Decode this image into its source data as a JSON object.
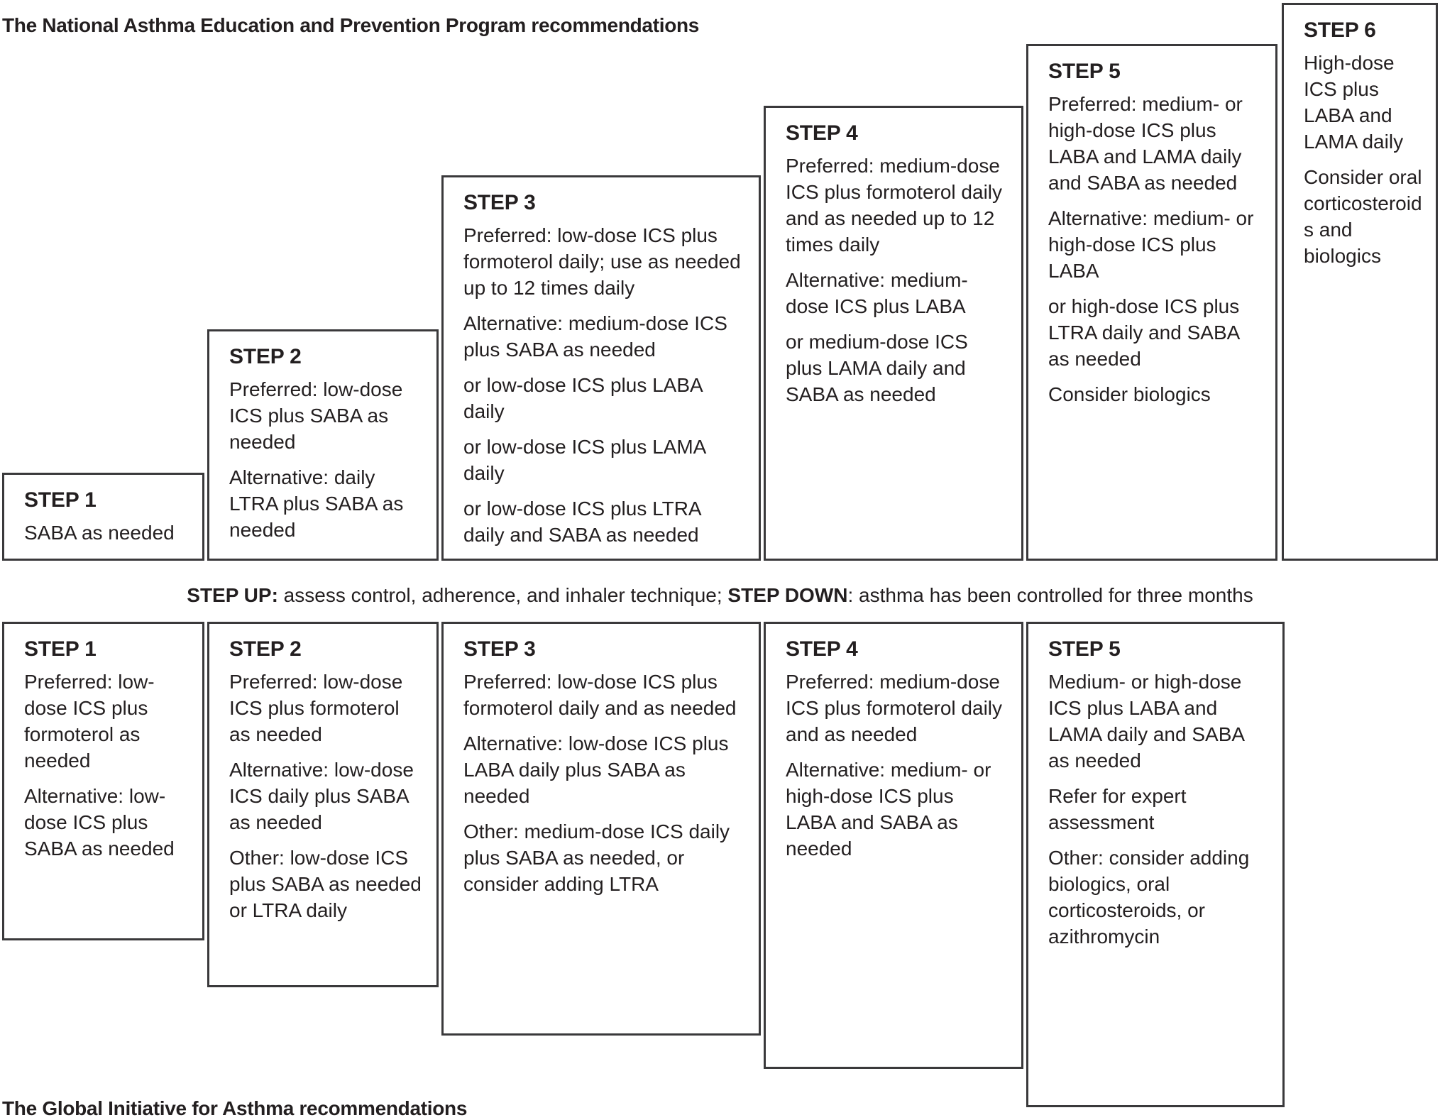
{
  "colors": {
    "background": "#ffffff",
    "text": "#231f20",
    "border": "#3a393b"
  },
  "naepp": {
    "title": "The National Asthma Education and Prevention Program recommendations",
    "steps": [
      {
        "label": "STEP 1",
        "paragraphs": [
          "SABA as needed"
        ]
      },
      {
        "label": "STEP 2",
        "paragraphs": [
          "Preferred: low-dose ICS plus SABA as needed",
          "Alternative: daily LTRA plus SABA as needed"
        ]
      },
      {
        "label": "STEP 3",
        "paragraphs": [
          "Preferred: low-dose ICS plus formoterol daily; use as needed up to 12 times daily",
          "Alternative: medium-dose ICS plus SABA as needed",
          "or low-dose ICS plus LABA daily",
          "or low-dose ICS plus LAMA daily",
          "or low-dose ICS plus LTRA daily and SABA as needed"
        ]
      },
      {
        "label": "STEP 4",
        "paragraphs": [
          "Preferred: medium-dose ICS plus formoterol daily and as needed up to 12 times daily",
          "Alternative: medium-dose ICS plus LABA",
          "or medium-dose ICS plus LAMA daily and SABA as needed"
        ]
      },
      {
        "label": "STEP 5",
        "paragraphs": [
          "Preferred: medium- or high-dose ICS plus LABA and LAMA daily and SABA as needed",
          "Alternative: medium- or high-dose ICS plus LABA",
          "or high-dose ICS plus LTRA daily and SABA as needed",
          "Consider biologics"
        ]
      },
      {
        "label": "STEP 6",
        "paragraphs": [
          "High-dose ICS plus LABA and LAMA daily",
          "Consider oral corticosteroids and biologics"
        ]
      }
    ]
  },
  "step_note": {
    "up_label": "STEP UP:",
    "up_text": " assess control, adherence, and inhaler technique; ",
    "down_label": "STEP DOWN",
    "down_text": ": asthma has been controlled for three months"
  },
  "gina": {
    "title": "The Global Initiative for Asthma recommendations",
    "steps": [
      {
        "label": "STEP 1",
        "paragraphs": [
          "Preferred: low-dose ICS plus formoterol as needed",
          "Alternative: low-dose ICS plus SABA as needed"
        ]
      },
      {
        "label": "STEP 2",
        "paragraphs": [
          "Preferred: low-dose ICS plus formoterol as needed",
          "Alternative: low-dose ICS daily plus SABA as needed",
          "Other: low-dose ICS plus SABA as needed or LTRA daily"
        ]
      },
      {
        "label": "STEP 3",
        "paragraphs": [
          "Preferred: low-dose ICS plus formoterol daily and as needed",
          "Alternative: low-dose ICS plus LABA daily plus SABA as needed",
          "Other: medium-dose ICS daily plus SABA as needed, or consider adding LTRA"
        ]
      },
      {
        "label": "STEP 4",
        "paragraphs": [
          "Preferred: medium-dose ICS plus formoterol daily and as needed",
          "Alternative: medium- or high-dose ICS plus LABA and SABA as needed"
        ]
      },
      {
        "label": "STEP 5",
        "paragraphs": [
          "Medium- or high-dose ICS plus LABA and LAMA daily and SABA as needed",
          "Refer for expert assessment",
          "Other: consider adding biologics, oral corticosteroids, or azithromycin"
        ]
      }
    ]
  }
}
